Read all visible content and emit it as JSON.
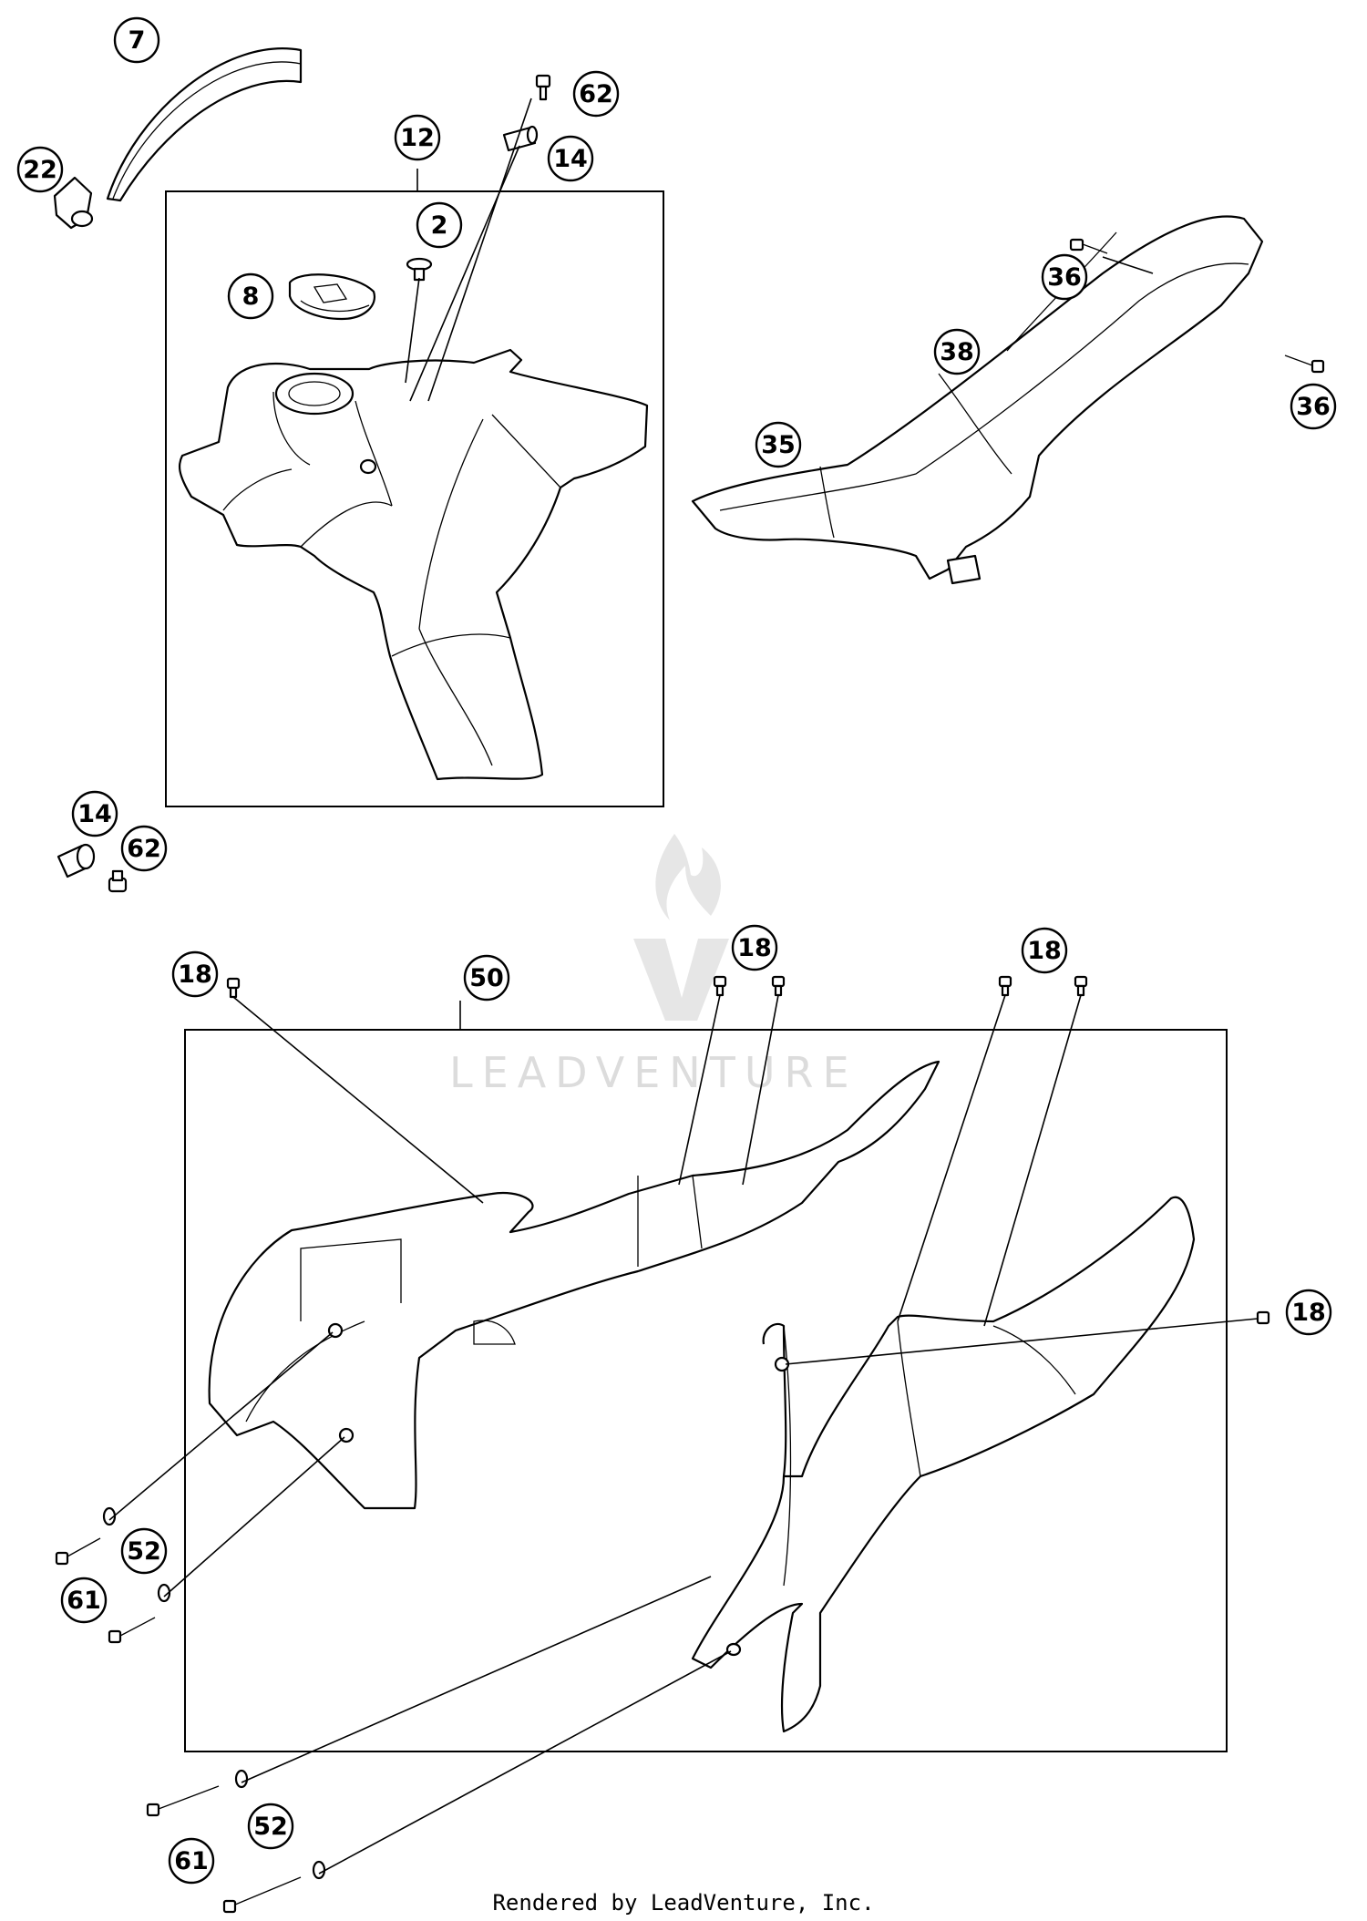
{
  "watermark": {
    "text": "LEADVENTURE"
  },
  "footer": {
    "text": "Rendered by LeadVenture, Inc."
  },
  "callouts": {
    "c7": "7",
    "c62_top": "62",
    "c12": "12",
    "c14_top": "14",
    "c22": "22",
    "c2": "2",
    "c8": "8",
    "c36_top": "36",
    "c38": "38",
    "c35": "35",
    "c36_right": "36",
    "c14_mid": "14",
    "c62_mid": "62",
    "c18_left": "18",
    "c50": "50",
    "c18_center": "18",
    "c18_right_top": "18",
    "c18_right": "18",
    "c52_left": "52",
    "c61_left": "61",
    "c52_bottom": "52",
    "c61_bottom": "61"
  },
  "colors": {
    "line": "#000000",
    "background": "#ffffff",
    "watermark": "#dcdcdc"
  }
}
